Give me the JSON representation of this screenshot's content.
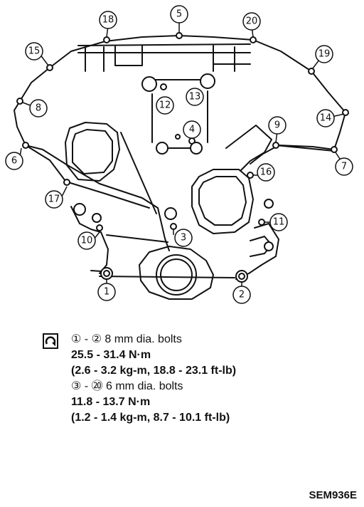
{
  "callouts": [
    {
      "num": "1"
    },
    {
      "num": "2"
    },
    {
      "num": "3"
    },
    {
      "num": "4"
    },
    {
      "num": "5"
    },
    {
      "num": "6"
    },
    {
      "num": "7"
    },
    {
      "num": "8"
    },
    {
      "num": "9"
    },
    {
      "num": "10"
    },
    {
      "num": "11"
    },
    {
      "num": "12"
    },
    {
      "num": "13"
    },
    {
      "num": "14"
    },
    {
      "num": "15"
    },
    {
      "num": "16"
    },
    {
      "num": "17"
    },
    {
      "num": "18"
    },
    {
      "num": "19"
    },
    {
      "num": "20"
    }
  ],
  "spec": {
    "group1_label": "① - ② 8 mm dia. bolts",
    "group1_torque_nm": "25.5 - 31.4 N·m",
    "group1_torque_alt": "(2.6 - 3.2 kg-m, 18.8 - 23.1 ft-lb)",
    "group2_label": "③ - ⑳ 6 mm dia. bolts",
    "group2_torque_nm": "11.8 - 13.7 N·m",
    "group2_torque_alt": "(1.2 - 1.4 kg-m, 8.7 - 10.1 ft-lb)"
  },
  "figure_code": "SEM936E",
  "colors": {
    "ink": "#111111",
    "paper": "#ffffff"
  }
}
